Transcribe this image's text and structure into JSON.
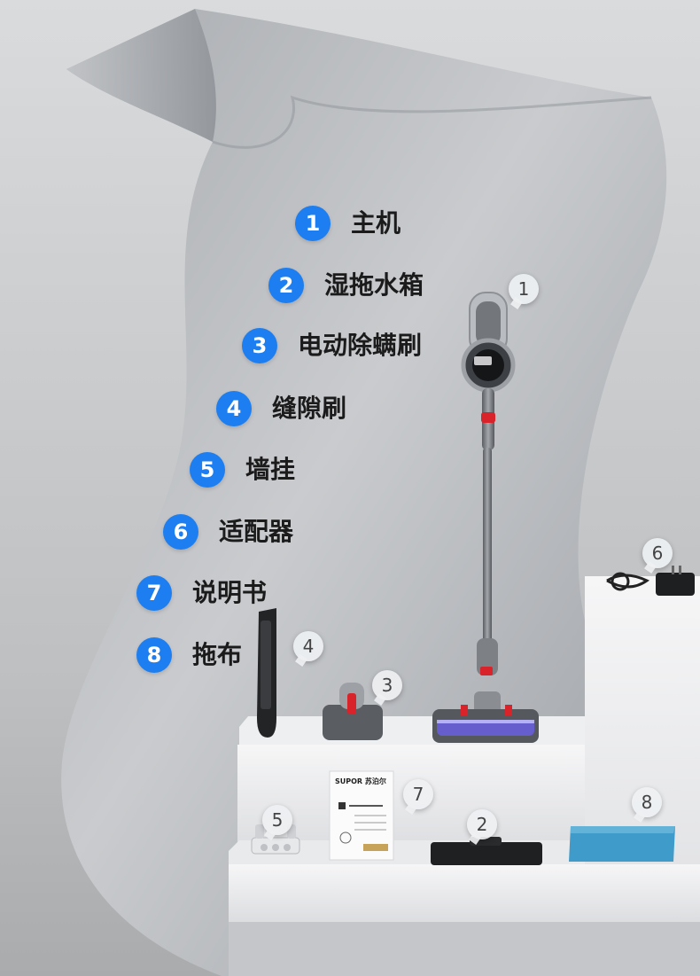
{
  "items": [
    {
      "num": "1",
      "label": "主机"
    },
    {
      "num": "2",
      "label": "湿拖水箱"
    },
    {
      "num": "3",
      "label": "电动除螨刷"
    },
    {
      "num": "4",
      "label": "缝隙刷"
    },
    {
      "num": "5",
      "label": "墙挂"
    },
    {
      "num": "6",
      "label": "适配器"
    },
    {
      "num": "7",
      "label": "说明书"
    },
    {
      "num": "8",
      "label": "拖布"
    }
  ],
  "callouts": {
    "c1": "1",
    "c2": "2",
    "c3": "3",
    "c4": "4",
    "c5": "5",
    "c6": "6",
    "c7": "7",
    "c8": "8"
  },
  "manual": {
    "brand": "SUPOR",
    "brand_cn": "苏泊尔"
  },
  "colors": {
    "badge": "#1c7ef0",
    "accent_red": "#d8232a",
    "mop_blue": "#3f9bc9"
  }
}
